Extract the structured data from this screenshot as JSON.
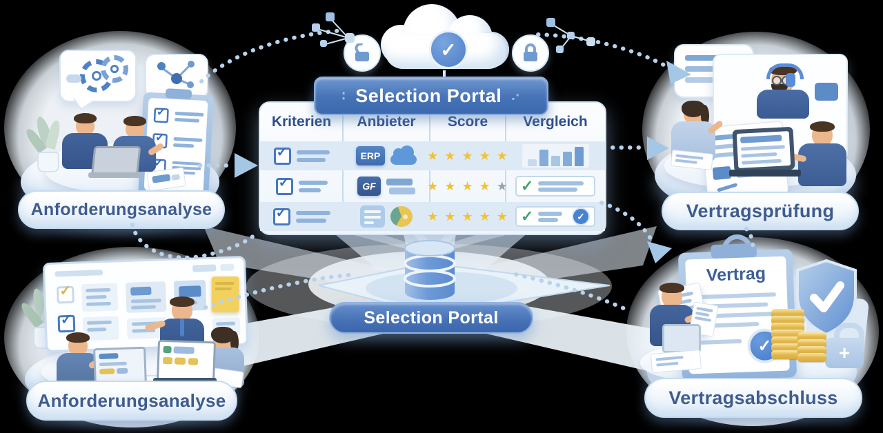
{
  "cloud": {
    "name": "secure-cloud",
    "check_color": "#4d7ec6"
  },
  "portal_table": {
    "title": "Selection Portal",
    "columns": [
      "Kriterien",
      "Anbieter",
      "Score",
      "Vergleich"
    ],
    "rows": [
      {
        "criterion": "checked item with text lines",
        "provider_badge": "ERP",
        "provider_icon": "cloud-icon",
        "score": {
          "filled": 5,
          "total": 5
        },
        "comparison": "bar-chart",
        "bars": {
          "heights": [
            10,
            24,
            15,
            21,
            28
          ],
          "colors": [
            "#c7dbee",
            "#83acd8",
            "#a9c6e4",
            "#83acd8",
            "#6e9cd2"
          ]
        }
      },
      {
        "criterion": "checked item with text lines",
        "provider_badge": "GF",
        "provider_icon": "layers-icon",
        "score": {
          "filled": 4,
          "total": 5
        },
        "comparison": "check-with-lines"
      },
      {
        "criterion": "checked item with text lines",
        "provider_badge": "",
        "provider_icon": "grid-and-pie-icon",
        "score": {
          "filled": 5,
          "total": 5
        },
        "comparison": "check-with-lines-approved"
      }
    ]
  },
  "portal_base": {
    "label": "Selection Portal"
  },
  "scenes": {
    "top_left": {
      "label": "Anforderungsanalyse"
    },
    "top_right": {
      "label": "Vertragsprüfung"
    },
    "bottom_left": {
      "label": "Anforderungsanalyse"
    },
    "bottom_right": {
      "label": "Vertragsabschluss",
      "contract_title": "Vertrag"
    }
  },
  "colors": {
    "banner_blue": "#4672b6",
    "star_yellow": "#f2c136",
    "star_gray": "#9aa4ad",
    "check_green": "#3da374",
    "approve_blue": "#4a82d2",
    "coin_gold": "#e2b84e",
    "arrow_dot_blue": "#b7d2ea"
  }
}
